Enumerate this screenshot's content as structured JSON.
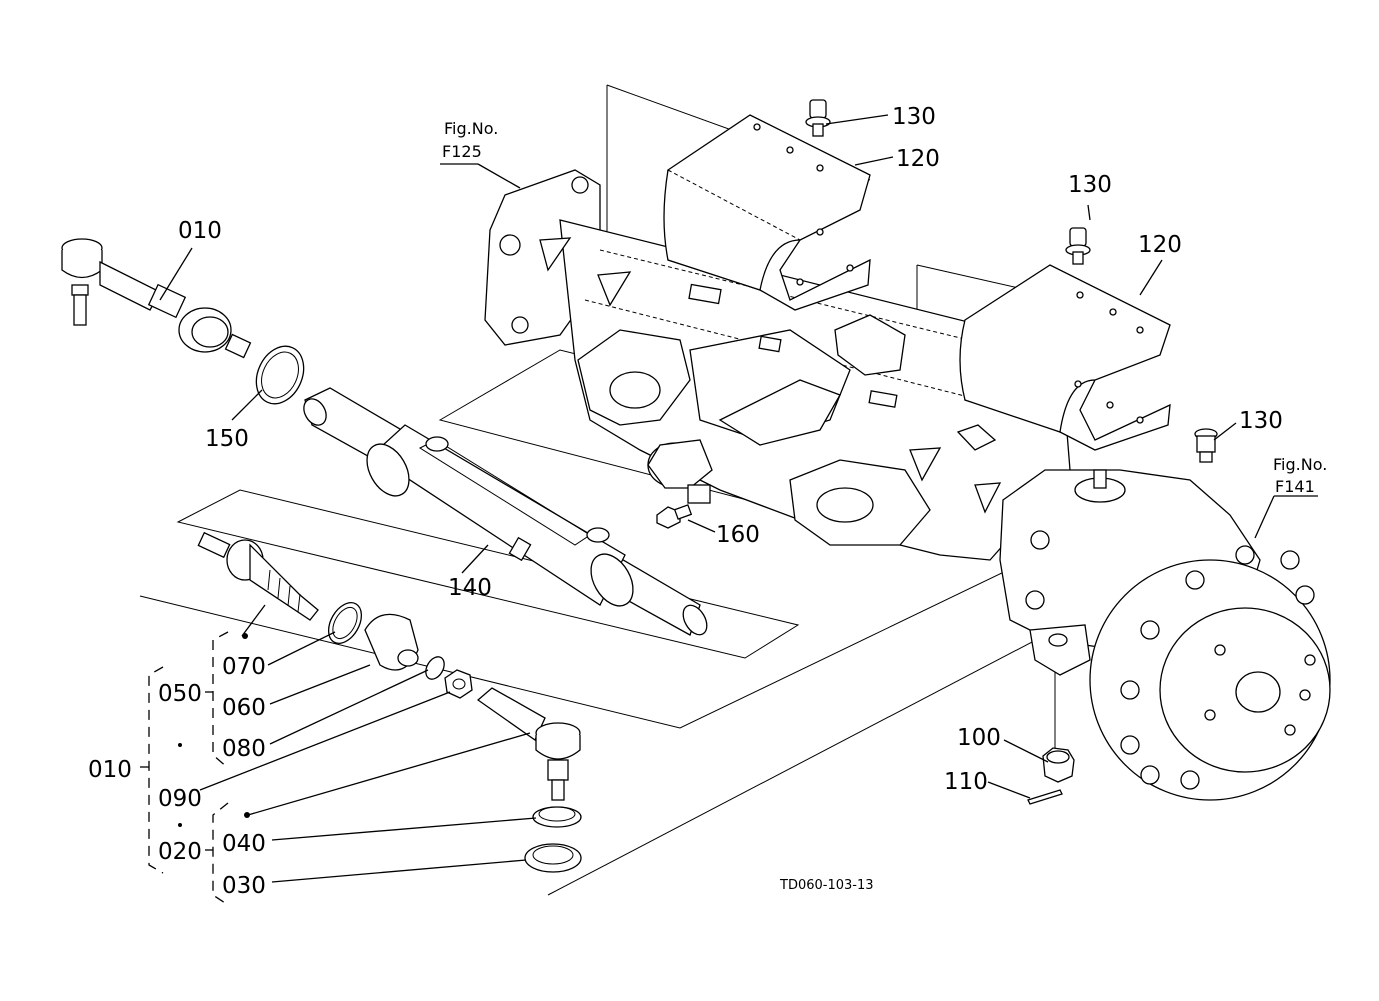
{
  "labels": {
    "tie_rod_end_top": "010",
    "snap_ring": "150",
    "cylinder": "140",
    "bolt_160": "160",
    "bolt_130_a": "130",
    "bolt_130_b": "130",
    "bolt_130_c": "130",
    "cover_120_a": "120",
    "cover_120_b": "120",
    "nut_100": "100",
    "pin_110": "110",
    "oring_070": "070",
    "boot_060": "060",
    "clip_080": "080",
    "nut_090": "090",
    "ring_040": "040",
    "seal_030": "030",
    "group_050": "050",
    "group_010": "010",
    "group_020": "020"
  },
  "fig_refs": {
    "left": {
      "line1": "Fig.No.",
      "line2": "F125"
    },
    "right": {
      "line1": "Fig.No.",
      "line2": "F141"
    }
  },
  "drawing_code": "TD060-103-13"
}
